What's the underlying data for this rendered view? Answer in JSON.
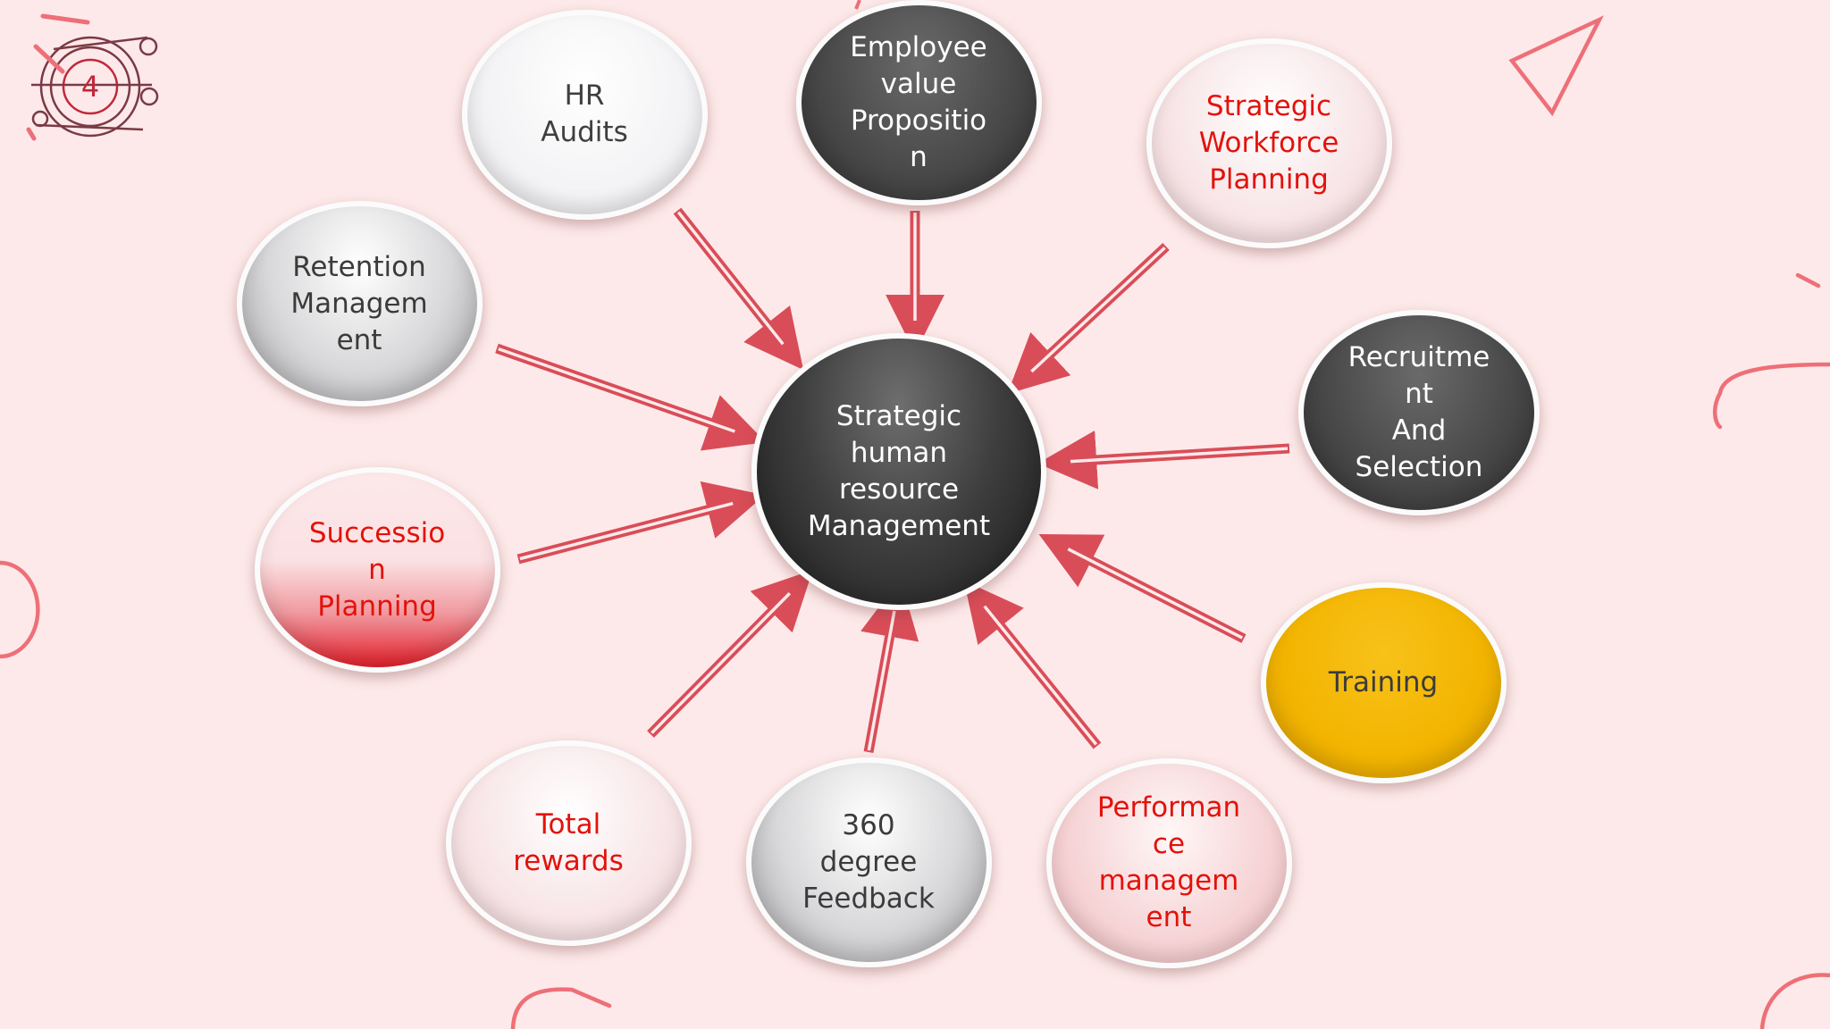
{
  "slide": {
    "number": "4",
    "colors": {
      "background": "#fde9e9",
      "accent": "#ee6f78",
      "arrow": "#d94d58",
      "red_text": "#e3120b"
    }
  },
  "diagram": {
    "center": {
      "id": "strategic-hrm",
      "label": "Strategic\nhuman\nresource\nManagement",
      "theme": "center"
    },
    "nodes": [
      {
        "id": "hr-audits",
        "label": "HR\nAudits",
        "theme": "white"
      },
      {
        "id": "employee-value-proposition",
        "label": "Employee\nvalue\nPropositio\nn",
        "theme": "dark"
      },
      {
        "id": "strategic-workforce-planning",
        "label": "Strategic\nWorkforce\nPlanning",
        "theme": "pinkw"
      },
      {
        "id": "recruitment-and-selection",
        "label": "Recruitme\nnt\nAnd\nSelection",
        "theme": "dark"
      },
      {
        "id": "training",
        "label": "Training",
        "theme": "yellow"
      },
      {
        "id": "performance-management",
        "label": "Performan\nce\nmanagem\nent",
        "theme": "pink"
      },
      {
        "id": "360-degree-feedback",
        "label": "360\ndegree\nFeedback",
        "theme": "grey"
      },
      {
        "id": "total-rewards",
        "label": "Total\nrewards",
        "theme": "pinkw"
      },
      {
        "id": "succession-planning",
        "label": "Successio\nn\nPlanning",
        "theme": "red"
      },
      {
        "id": "retention-management",
        "label": "Retention\nManagem\nent",
        "theme": "grey"
      }
    ],
    "edges": [
      {
        "from": "hr-audits",
        "to": "strategic-hrm"
      },
      {
        "from": "employee-value-proposition",
        "to": "strategic-hrm"
      },
      {
        "from": "strategic-workforce-planning",
        "to": "strategic-hrm"
      },
      {
        "from": "recruitment-and-selection",
        "to": "strategic-hrm"
      },
      {
        "from": "training",
        "to": "strategic-hrm"
      },
      {
        "from": "performance-management",
        "to": "strategic-hrm"
      },
      {
        "from": "360-degree-feedback",
        "to": "strategic-hrm"
      },
      {
        "from": "total-rewards",
        "to": "strategic-hrm"
      },
      {
        "from": "succession-planning",
        "to": "strategic-hrm"
      },
      {
        "from": "retention-management",
        "to": "strategic-hrm"
      }
    ]
  }
}
